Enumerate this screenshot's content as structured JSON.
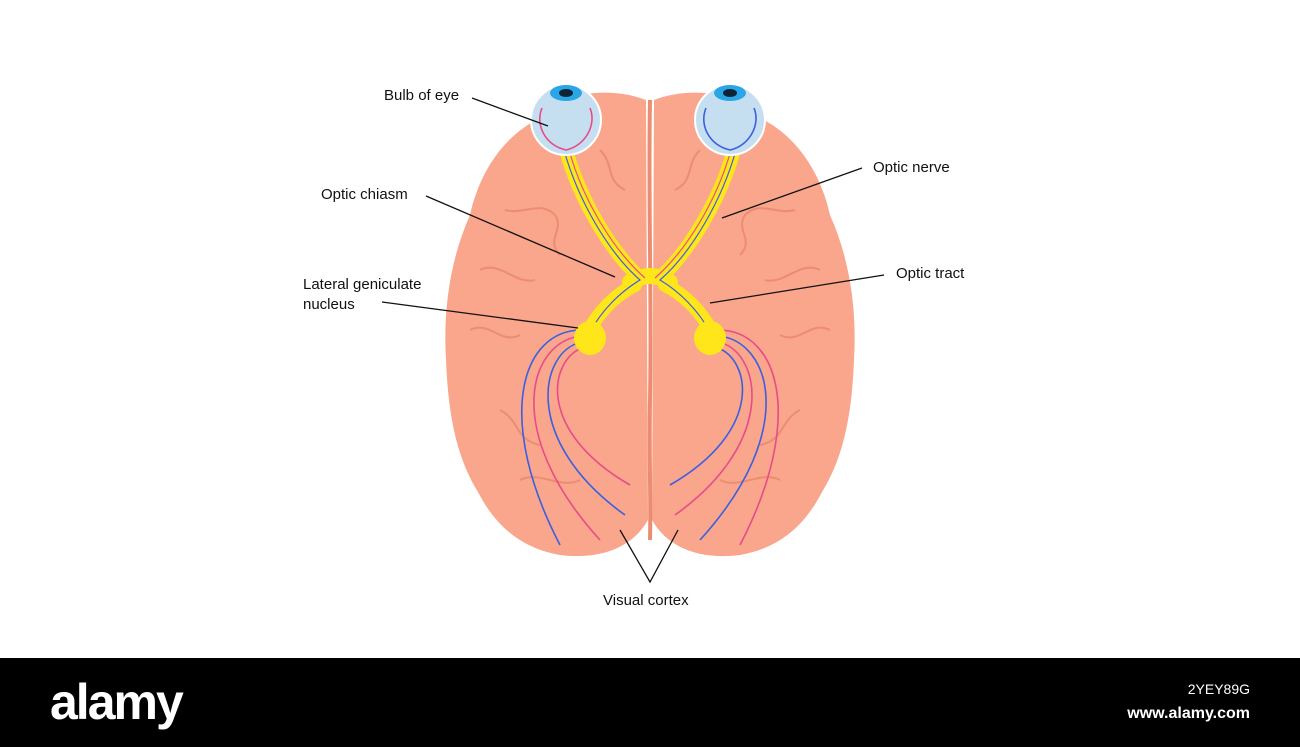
{
  "labels": {
    "bulb_of_eye": "Bulb of eye",
    "optic_nerve": "Optic nerve",
    "optic_chiasm": "Optic chiasm",
    "optic_tract": "Optic tract",
    "lateral_geniculate_nucleus": "Lateral geniculate\nnucleus",
    "visual_cortex": "Visual cortex"
  },
  "footer": {
    "brand": "alamy",
    "image_id": "2YEY89G",
    "url": "www.alamy.com"
  },
  "colors": {
    "brain": "#f9a68c",
    "brain_fissure": "#ec8d72",
    "eyeball": "#c6dff0",
    "iris": "#2aa6e6",
    "optic_pathway": "#ffe61a",
    "nerve_blue": "#3b5fe0",
    "nerve_pink": "#e84b8a",
    "leader_line": "#111111",
    "footer_bg": "#000000"
  },
  "icons": {
    "brand_logo": "alamy-wordmark"
  }
}
